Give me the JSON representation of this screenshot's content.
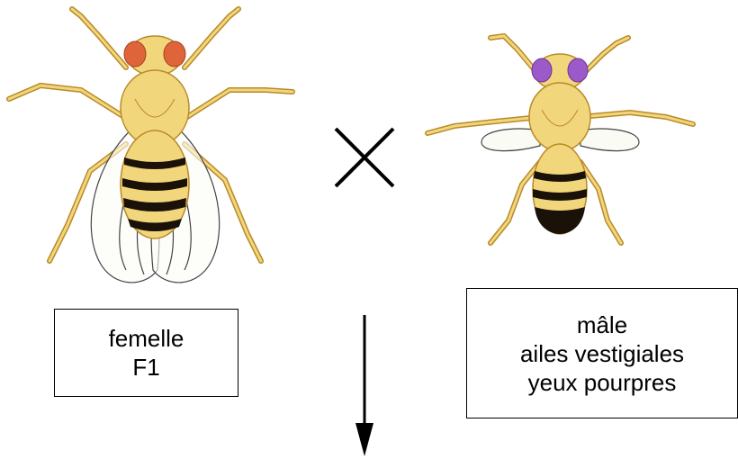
{
  "female": {
    "line1": "femelle",
    "line2": "F1",
    "eye_color": "#e0643a"
  },
  "male": {
    "line1": "mâle",
    "line2": "ailes vestigiales",
    "line3": "yeux pourpres",
    "eye_color": "#9b59c9"
  },
  "colors": {
    "body": "#f2d67c",
    "body_outline": "#b88a2a",
    "stripe": "#1a1208",
    "wing_line": "#444444"
  },
  "cross_symbol": "×",
  "arrow": "down"
}
